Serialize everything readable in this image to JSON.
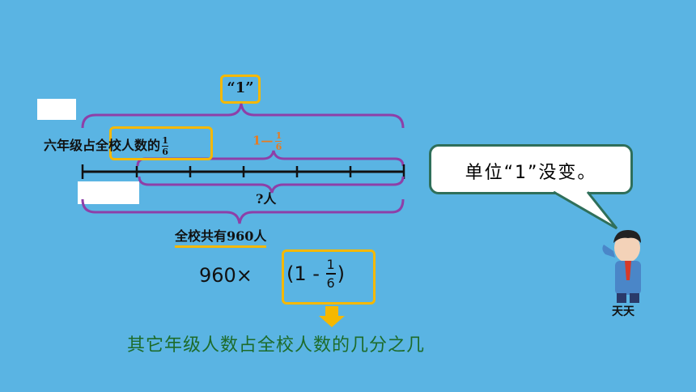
{
  "top_label": "“1”",
  "grade6_text": "六年级占全校人数的",
  "grade6_frac": {
    "num": "1",
    "den": "6"
  },
  "orange_expr": {
    "prefix": "1—",
    "num": "1",
    "den": "6"
  },
  "unknown_label": "?人",
  "total_label": "全校共有960人",
  "formula": {
    "lhs": "960×",
    "open": "(1 - ",
    "num": "1",
    "den": "6",
    "close": ")"
  },
  "bottom_text": "其它年级人数占全校人数的几分之几",
  "bubble_text": "单位“1”没变。",
  "character_name": "天天",
  "colors": {
    "bg": "#5ab4e3",
    "brace": "#8e3fa8",
    "highlight": "#f5b800",
    "green_text": "#1d6b2a",
    "orange": "#e87b1e"
  }
}
